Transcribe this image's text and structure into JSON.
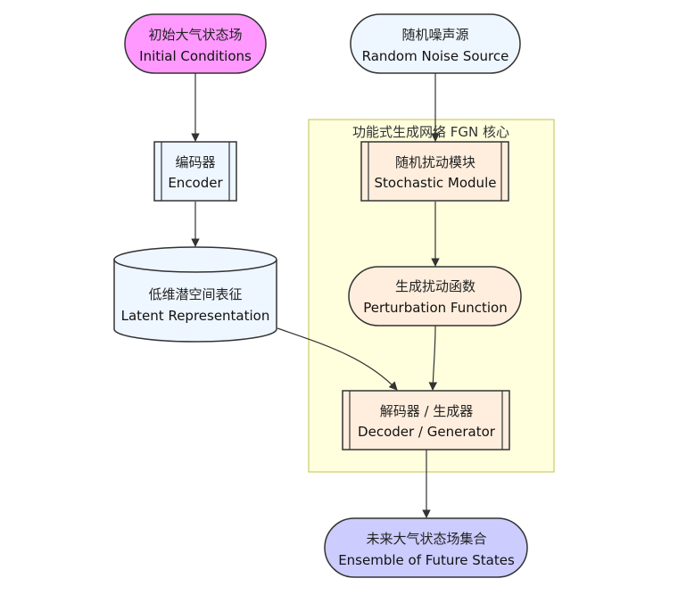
{
  "diagram": {
    "type": "flowchart",
    "cluster": {
      "title": "功能式生成网络 FGN 核心"
    },
    "nodes": {
      "initial": {
        "zh": "初始大气状态场",
        "en": "Initial Conditions",
        "shape": "stadium",
        "fill": "#ff99ff"
      },
      "noise": {
        "zh": "随机噪声源",
        "en": "Random Noise Source",
        "shape": "stadium",
        "fill": "#eef6ff"
      },
      "encoder": {
        "zh": "编码器",
        "en": "Encoder",
        "shape": "subroutine",
        "fill": "#eef6ff"
      },
      "latent": {
        "zh": "低维潜空间表征",
        "en": "Latent Representation",
        "shape": "cylinder",
        "fill": "#eef6ff"
      },
      "stochastic": {
        "zh": "随机扰动模块",
        "en": "Stochastic Module",
        "shape": "subroutine",
        "fill": "#ffeedd"
      },
      "perturb": {
        "zh": "生成扰动函数",
        "en": "Perturbation Function",
        "shape": "stadium",
        "fill": "#ffeedd"
      },
      "decoder": {
        "zh": "解码器 / 生成器",
        "en": "Decoder / Generator",
        "shape": "subroutine",
        "fill": "#ffeedd"
      },
      "ensemble": {
        "zh": "未来大气状态场集合",
        "en": "Ensemble of Future States",
        "shape": "stadium",
        "fill": "#ccccff"
      }
    },
    "edges": [
      {
        "from": "initial",
        "to": "encoder"
      },
      {
        "from": "encoder",
        "to": "latent"
      },
      {
        "from": "noise",
        "to": "stochastic"
      },
      {
        "from": "stochastic",
        "to": "perturb"
      },
      {
        "from": "perturb",
        "to": "decoder"
      },
      {
        "from": "latent",
        "to": "decoder"
      },
      {
        "from": "decoder",
        "to": "ensemble"
      }
    ],
    "colors": {
      "cluster_fill": "#ffffde",
      "cluster_stroke": "#cccc66",
      "node_stroke": "#333333",
      "edge": "#333333"
    }
  }
}
